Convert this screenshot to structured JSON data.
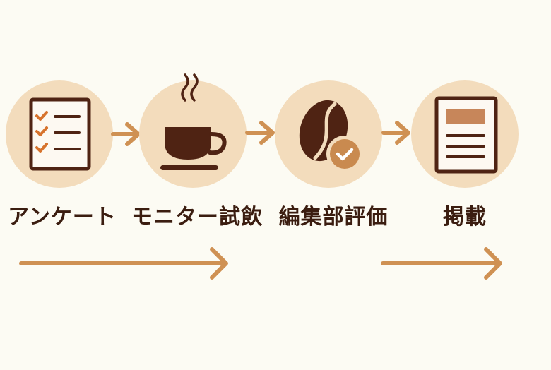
{
  "colors": {
    "background": "#fcfbf3",
    "circle": "#f3dcbc",
    "dark_brown": "#4f2313",
    "orange": "#d7732d",
    "arrow": "#cf9153",
    "check_bg": "#c98a4f",
    "banner": "#c7865a"
  },
  "steps": [
    {
      "label": "アンケート",
      "icon": "checklist-icon"
    },
    {
      "label": "モニター試飲",
      "icon": "coffee-cup-icon"
    },
    {
      "label": "編集部評価",
      "icon": "coffee-bean-check-icon"
    },
    {
      "label": "掲載",
      "icon": "document-icon"
    }
  ]
}
